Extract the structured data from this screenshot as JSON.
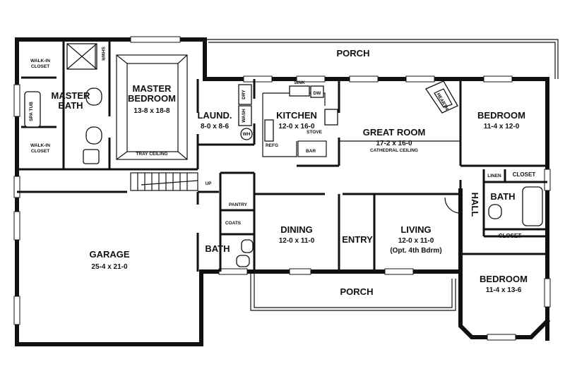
{
  "rooms": {
    "porch_top": "PORCH",
    "master_bath": "MASTER BATH",
    "master_bath_1": "MASTER",
    "master_bath_2": "BATH",
    "master_bedroom_1": "MASTER",
    "master_bedroom_2": "BEDROOM",
    "master_bedroom_dim": "13-8 x 18-8",
    "tray_ceiling": "TRAY CEILING",
    "walk_in_closet_top_1": "WALK-IN",
    "walk_in_closet_top_2": "CLOSET",
    "walk_in_closet_bottom_1": "WALK-IN",
    "walk_in_closet_bottom_2": "CLOSET",
    "spa_tub": "SPA TUB",
    "shower": "SHWR",
    "laundry": "LAUND.",
    "laundry_dim": "8-0 x 8-6",
    "dry": "DRY",
    "wash": "WASH",
    "water_heater": "WH",
    "kitchen": "KITCHEN",
    "kitchen_dim": "12-0 x 16-0",
    "sink": "SINK",
    "dw": "DW",
    "stove": "STOVE",
    "refg": "REFG",
    "bar": "BAR",
    "great_room": "GREAT ROOM",
    "great_room_dim": "17-2 x 16-0",
    "cathedral_ceiling": "CATHEDRAL CEILING",
    "hearth": "HEARTH",
    "bedroom_top": "BEDROOM",
    "bedroom_top_dim": "11-4 x 12-0",
    "linen": "LINEN",
    "closet_top": "CLOSET",
    "bath_right": "BATH",
    "hall": "HALL",
    "closet_bottom": "CLOSET",
    "up": "UP",
    "pantry": "PANTRY",
    "coats": "COATS",
    "bath_small": "BATH",
    "garage": "GARAGE",
    "garage_dim": "25-4 x 21-0",
    "dining": "DINING",
    "dining_dim": "12-0 x 11-0",
    "entry": "ENTRY",
    "living": "LIVING",
    "living_dim": "12-0 x 11-0",
    "living_opt": "(Opt. 4th Bdrm)",
    "bedroom_bottom": "BEDROOM",
    "bedroom_bottom_dim": "11-4 x 13-6",
    "porch_bottom": "PORCH"
  }
}
